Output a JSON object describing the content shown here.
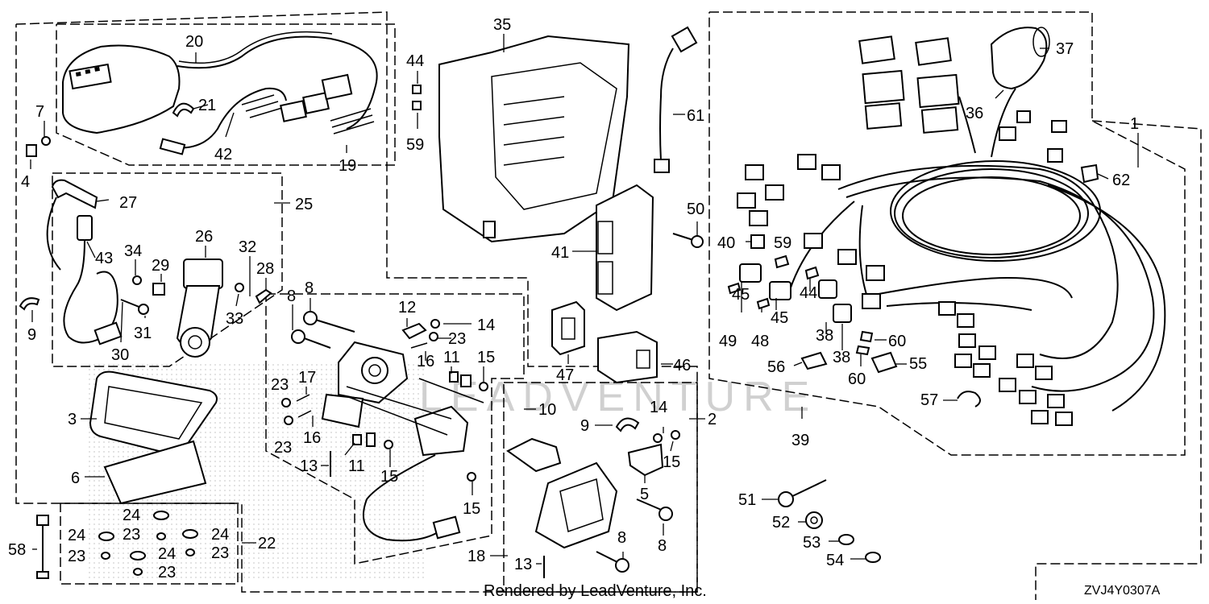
{
  "diagram": {
    "footer": {
      "rendered_by": "Rendered by LeadVenture, Inc.",
      "code": "ZVJ4Y0307A"
    },
    "watermark": "LEADVENTURE",
    "callouts": [
      "1",
      "2",
      "3",
      "4",
      "5",
      "6",
      "7",
      "8",
      "9",
      "10",
      "11",
      "12",
      "13",
      "14",
      "15",
      "16",
      "17",
      "18",
      "19",
      "20",
      "21",
      "22",
      "23",
      "24",
      "25",
      "26",
      "27",
      "28",
      "29",
      "30",
      "31",
      "32",
      "33",
      "34",
      "35",
      "36",
      "37",
      "38",
      "39",
      "40",
      "41",
      "42",
      "43",
      "44",
      "45",
      "46",
      "47",
      "48",
      "49",
      "50",
      "51",
      "52",
      "53",
      "54",
      "55",
      "56",
      "57",
      "58",
      "59",
      "60",
      "61",
      "62"
    ]
  }
}
